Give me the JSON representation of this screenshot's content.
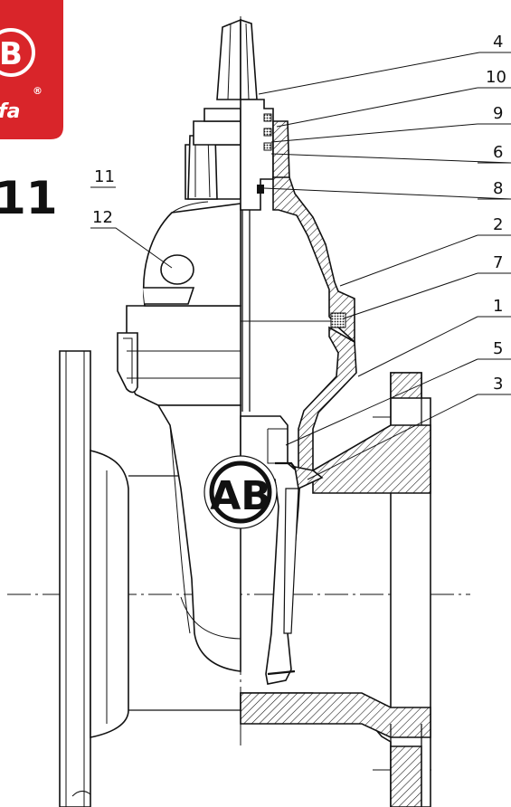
{
  "brand": {
    "logo_letter": "B",
    "logo_suffix": "fa",
    "registered_mark": "®",
    "color": "#d9252a"
  },
  "model_fragment": "11",
  "watermark": "AB",
  "part_labels": [
    "4",
    "10",
    "9",
    "6",
    "8",
    "2",
    "7",
    "1",
    "5",
    "3"
  ],
  "side_labels": [
    "11",
    "12"
  ]
}
